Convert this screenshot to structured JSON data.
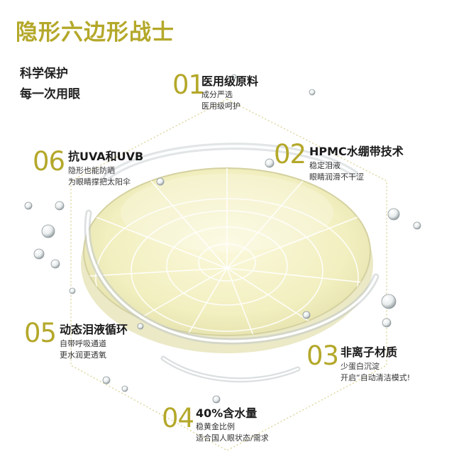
{
  "title": "隐形六边形战士",
  "tagline": [
    "科学保护",
    "每一次用眼"
  ],
  "colors": {
    "accent": "#b4a82a",
    "lens_fill": "#f4f1c4",
    "lens_rim": "#d8d6a8",
    "frame_line": "#d8cf7a"
  },
  "illustration": "contact-lens-with-water-splash",
  "features": {
    "f01": {
      "num": "01",
      "head": "医用级原料",
      "sub": [
        "成分严选",
        "医用级呵护"
      ]
    },
    "f02": {
      "num": "02",
      "head": "HPMC水绷带技术",
      "sub": [
        "稳定泪液",
        "眼睛润滑不干涩"
      ]
    },
    "f03": {
      "num": "03",
      "head": "非离子材质",
      "sub": [
        "少蛋白沉淀",
        "开启“自动清洁模式!"
      ]
    },
    "f04": {
      "num": "04",
      "head": "40%含水量",
      "sub": [
        "稳黄金比例",
        "适合国人眼状态/需求"
      ]
    },
    "f05": {
      "num": "05",
      "head": "动态泪液循环",
      "sub": [
        "自带呼吸通道",
        "更水润更透氧"
      ]
    },
    "f06": {
      "num": "06",
      "head": "抗UVA和UVB",
      "sub": [
        "隐形也能防晒",
        "为眼睛撑把太阳伞"
      ]
    }
  }
}
